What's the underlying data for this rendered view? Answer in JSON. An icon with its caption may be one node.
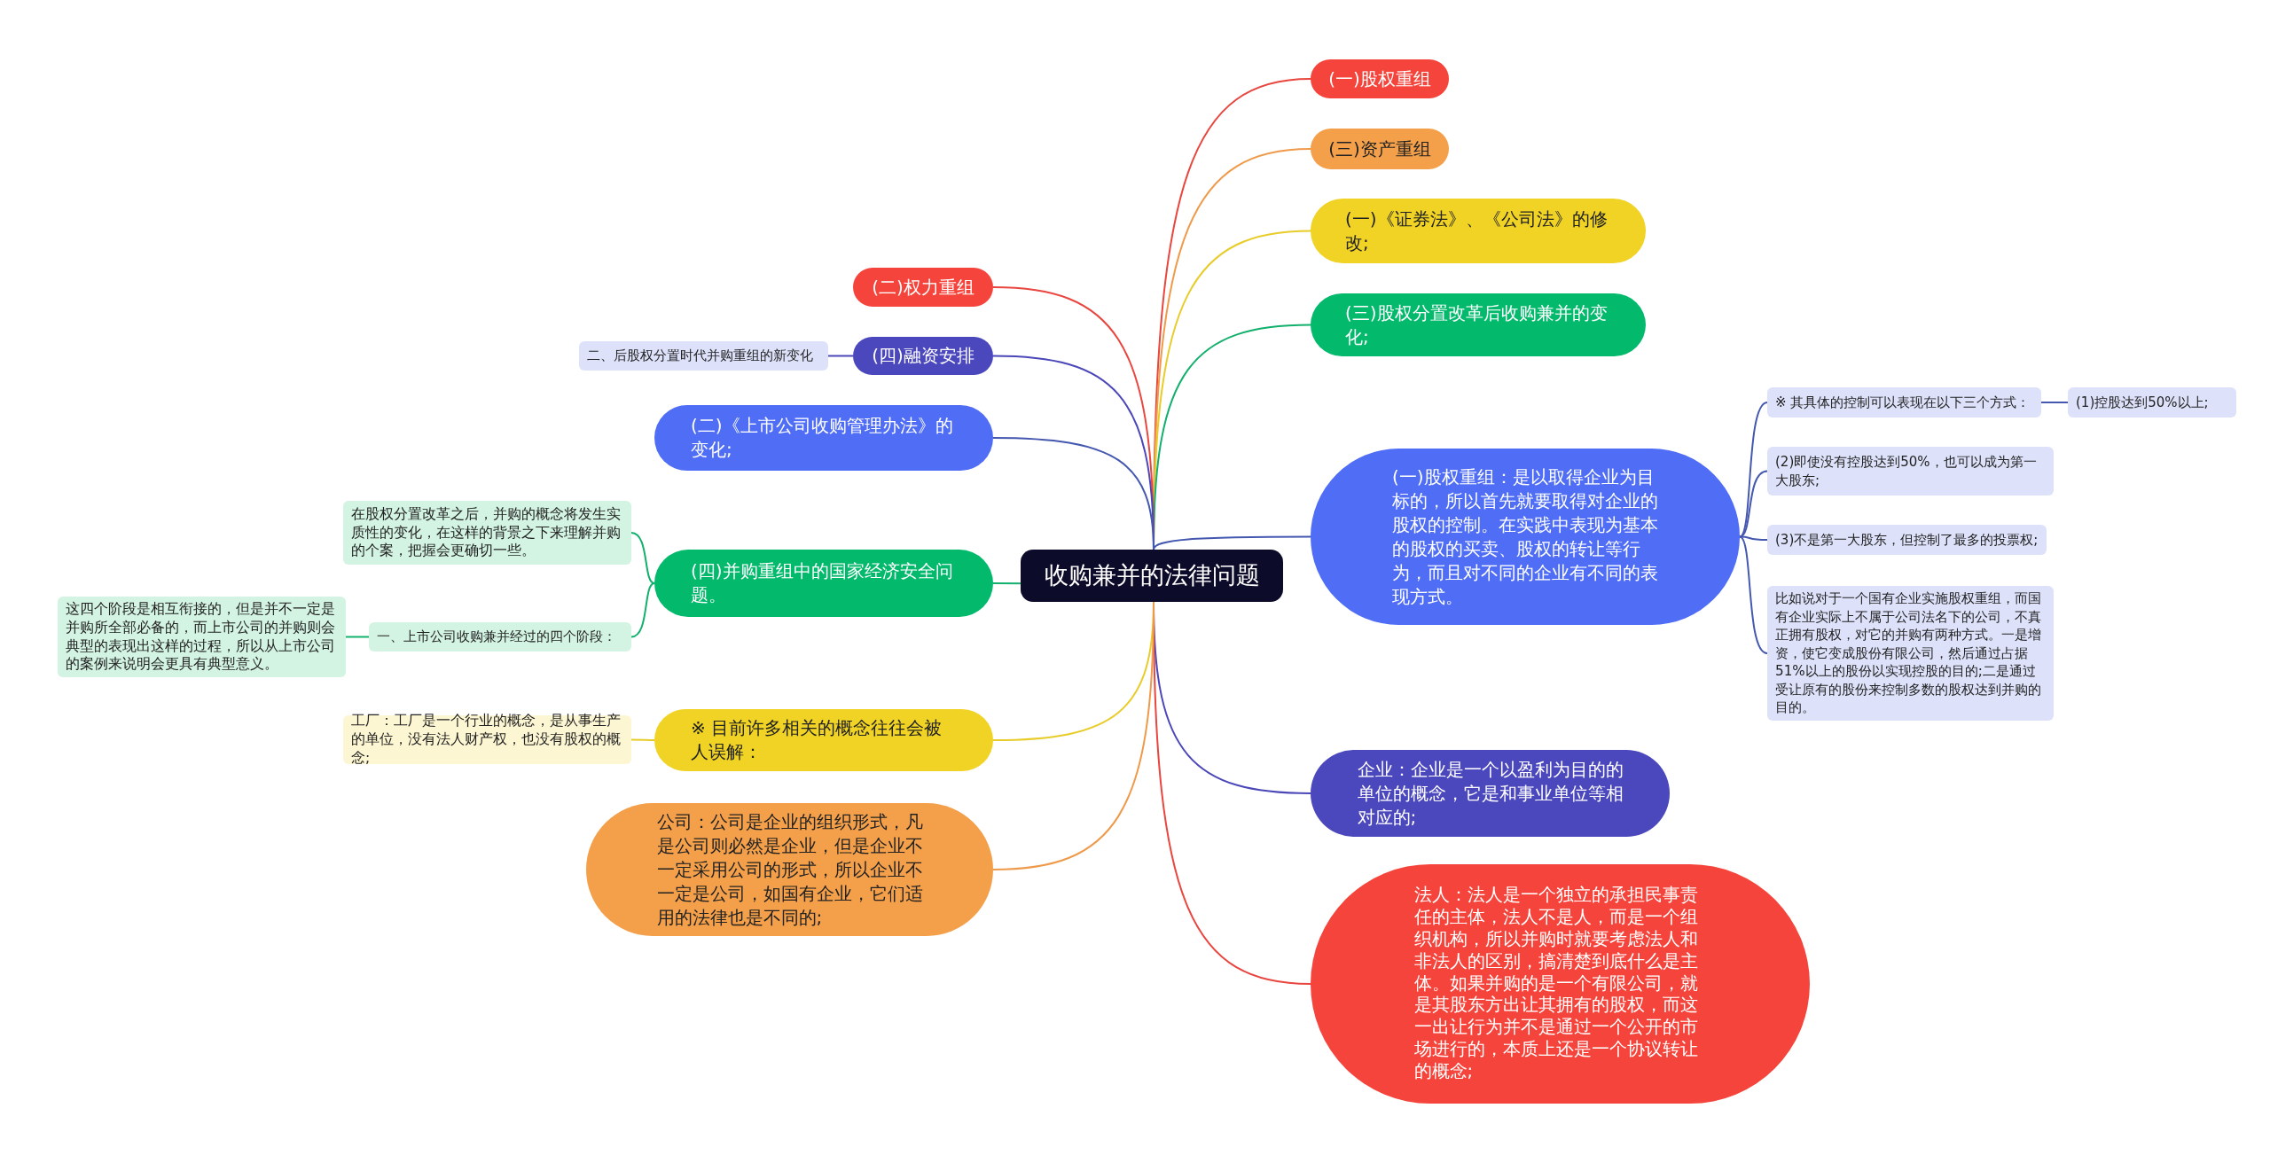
{
  "diagram": {
    "nodes": [
      {
        "text": [
          "收购兼并的法律问题"
        ]
      },
      {
        "text": [
          "(一)股权重组"
        ]
      },
      {
        "text": [
          "(三)资产重组"
        ]
      },
      {
        "text": [
          "(一)《证券法》、《公司法》的修改;"
        ]
      },
      {
        "text": [
          "(三)股权分置改革后收购兼并的变化;"
        ]
      },
      {
        "text": [
          "(一)股权重组：是以取得企业为目标的，所以首先就要取得对企业的股权的控制。在实践中表现为基本的股权的买卖、股权的转让等行为，而且对不同的企业有不同的表现方式。"
        ]
      },
      {
        "text": [
          "※ 其具体的控制可以表现在以下三个方式："
        ]
      },
      {
        "text": [
          "(1)控股达到50%以上;"
        ]
      },
      {
        "text": [
          "(2)即使没有控股达到50%，也可以成为第一大股东;"
        ]
      },
      {
        "text": [
          "(3)不是第一大股东，但控制了最多的投票权;"
        ]
      },
      {
        "text": [
          "比如说对于一个国有企业实施股权重组，而国有企业实际上不属于公司法名下的公司，不真正拥有股权，对它的并购有两种方式。一是增资，使它变成股份有限公司，然后通过占据51%以上的股份以实现控股的目的;二是通过受让原有的股份来控制多数的股权达到并购的目的。"
        ]
      },
      {
        "text": [
          "企业：企业是一个以盈利为目的的单位的概念，它是和事业单位等相对应的;"
        ]
      },
      {
        "text": [
          "法人：法人是一个独立的承担民事责任的主体，法人不是人，而是一个组织机构，所以并购时就要考虑法人和非法人的区别，搞清楚到底什么是主体。如果并购的是一个有限公司，就是其股东方出让其拥有的股权，而这一出让行为并不是通过一个公开的市场进行的，本质上还是一个协议转让的概念;"
        ]
      },
      {
        "text": [
          "(二)权力重组"
        ]
      },
      {
        "text": [
          "(四)融资安排"
        ]
      },
      {
        "text": [
          "二、后股权分置时代并购重组的新变化"
        ]
      },
      {
        "text": [
          "(二)《上市公司收购管理办法》的变化;"
        ]
      },
      {
        "text": [
          "(四)并购重组中的国家经济安全问题。"
        ]
      },
      {
        "text": [
          "在股权分置改革之后，并购的概念将发生实质性的变化，在这样的背景之下来理解并购的个案，把握会更确切一些。"
        ]
      },
      {
        "text": [
          "一、上市公司收购兼并经过的四个阶段："
        ]
      },
      {
        "text": [
          "这四个阶段是相互衔接的，但是并不一定是并购所全部必备的，而上市公司的并购则会典型的表现出这样的过程，所以从上市公司的案例来说明会更具有典型意义。"
        ]
      },
      {
        "text": [
          "※ 目前许多相关的概念往往会被人误解："
        ]
      },
      {
        "text": [
          "工厂：工厂是一个行业的概念，是从事生产的单位，没有法人财产权，也没有股权的概念;"
        ]
      },
      {
        "text": [
          "公司：公司是企业的组织形式，凡是公司则必然是企业，但是企业不一定采用公司的形式，所以企业不一定是公司，如国有企业，它们适用的法律也是不同的;"
        ]
      }
    ],
    "edges": [
      {
        "from": 0,
        "to": 1,
        "arrow": "none",
        "color": "#e8463e"
      },
      {
        "from": 0,
        "to": 2,
        "arrow": "none",
        "color": "#ef9a4a"
      },
      {
        "from": 0,
        "to": 3,
        "arrow": "none",
        "color": "#e8cc2a"
      },
      {
        "from": 0,
        "to": 4,
        "arrow": "none",
        "color": "#12b06c"
      },
      {
        "from": 0,
        "to": 5,
        "arrow": "none"
      },
      {
        "from": 5,
        "to": 6,
        "arrow": "none"
      },
      {
        "from": 6,
        "to": 7,
        "arrow": "none"
      },
      {
        "from": 5,
        "to": 8,
        "arrow": "none"
      },
      {
        "from": 5,
        "to": 9,
        "arrow": "none"
      },
      {
        "from": 5,
        "to": 10,
        "arrow": "none"
      },
      {
        "from": 0,
        "to": 11,
        "arrow": "none",
        "color": "#4b47b9"
      },
      {
        "from": 0,
        "to": 12,
        "arrow": "none",
        "color": "#e8463e"
      },
      {
        "from": 0,
        "to": 13,
        "arrow": "none",
        "color": "#e8463e"
      },
      {
        "from": 0,
        "to": 14,
        "arrow": "none",
        "color": "#4b47b9"
      },
      {
        "from": 14,
        "to": 15,
        "arrow": "none",
        "color": "#4b47b9"
      },
      {
        "from": 0,
        "to": 16,
        "arrow": "none"
      },
      {
        "from": 0,
        "to": 17,
        "arrow": "none",
        "color": "#12b06c"
      },
      {
        "from": 17,
        "to": 18,
        "arrow": "none",
        "color": "#12b06c"
      },
      {
        "from": 17,
        "to": 19,
        "arrow": "none",
        "color": "#12b06c"
      },
      {
        "from": 19,
        "to": 20,
        "arrow": "none",
        "color": "#12b06c"
      },
      {
        "from": 0,
        "to": 21,
        "arrow": "none",
        "color": "#e8cc2a"
      },
      {
        "from": 21,
        "to": 22,
        "arrow": "none",
        "color": "#e8cc2a"
      },
      {
        "from": 0,
        "to": 23,
        "arrow": "none",
        "color": "#ef9a4a"
      }
    ]
  }
}
